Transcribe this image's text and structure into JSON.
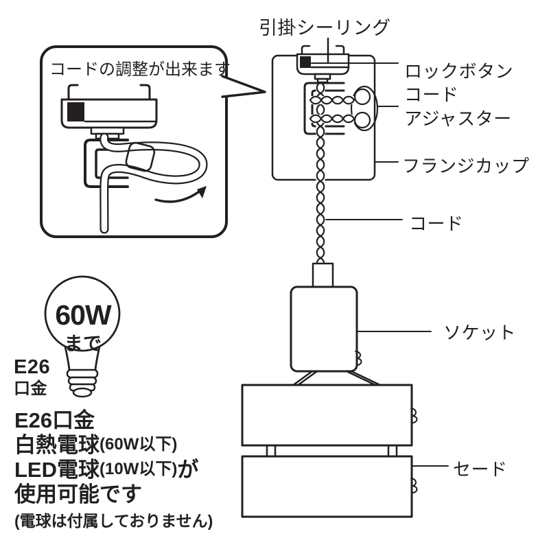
{
  "title": "引掛シーリング",
  "callout": {
    "text": "コードの調整が出来ます"
  },
  "labels": {
    "lock_button": "ロックボタン",
    "cord_adjuster_1": "コード",
    "cord_adjuster_2": "アジャスター",
    "flange_cup": "フランジカップ",
    "cord": "コード",
    "socket": "ソケット",
    "shade": "セード"
  },
  "bulb": {
    "wattage": "60W",
    "limit": "まで",
    "base_1": "E26",
    "base_2": "口金"
  },
  "notes": {
    "line1": "E26口金",
    "line2_main": "白熱電球",
    "line2_paren": "(60W以下)",
    "line3_main": "LED電球",
    "line3_paren": "(10W以下)",
    "line3_suffix": "が",
    "line4": "使用可能です",
    "line5": "(電球は付属しておりません)"
  },
  "colors": {
    "ink": "#231f20"
  }
}
